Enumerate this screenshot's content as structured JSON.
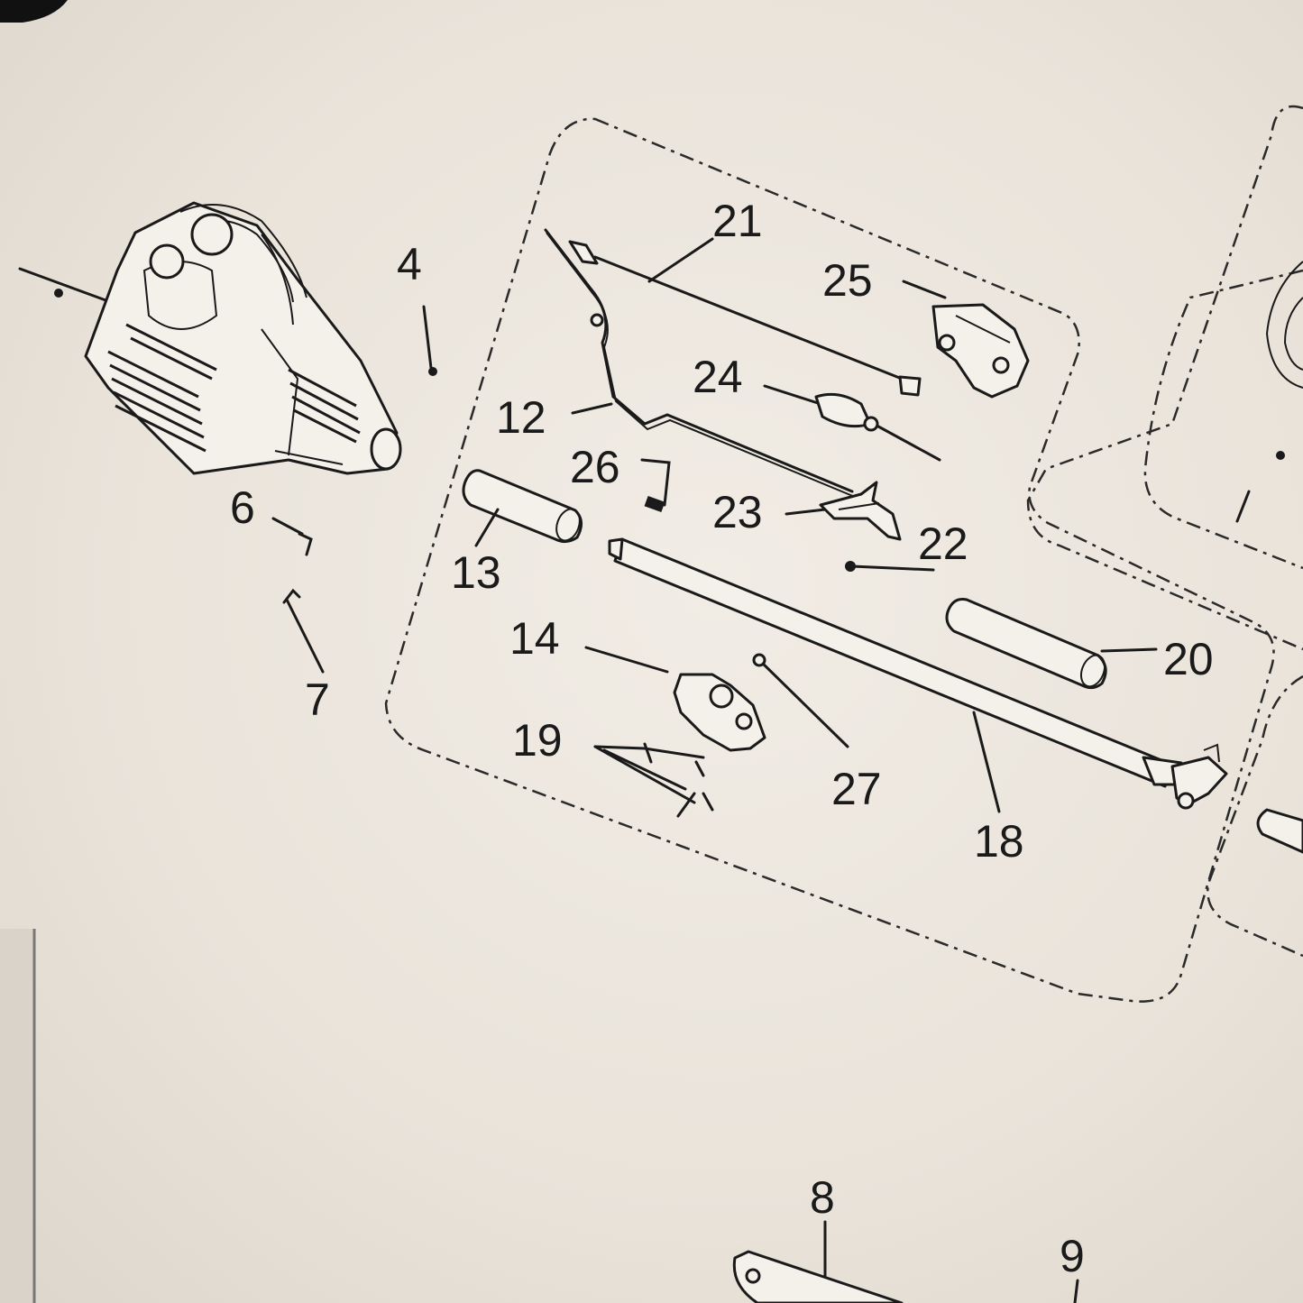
{
  "labels": {
    "l4": "4",
    "l6": "6",
    "l7": "7",
    "l8": "8",
    "l9": "9",
    "l12": "12",
    "l13": "13",
    "l14": "14",
    "l18": "18",
    "l19": "19",
    "l20": "20",
    "l21": "21",
    "l22": "22",
    "l23": "23",
    "l24": "24",
    "l25": "25",
    "l26": "26",
    "l27": "27"
  }
}
